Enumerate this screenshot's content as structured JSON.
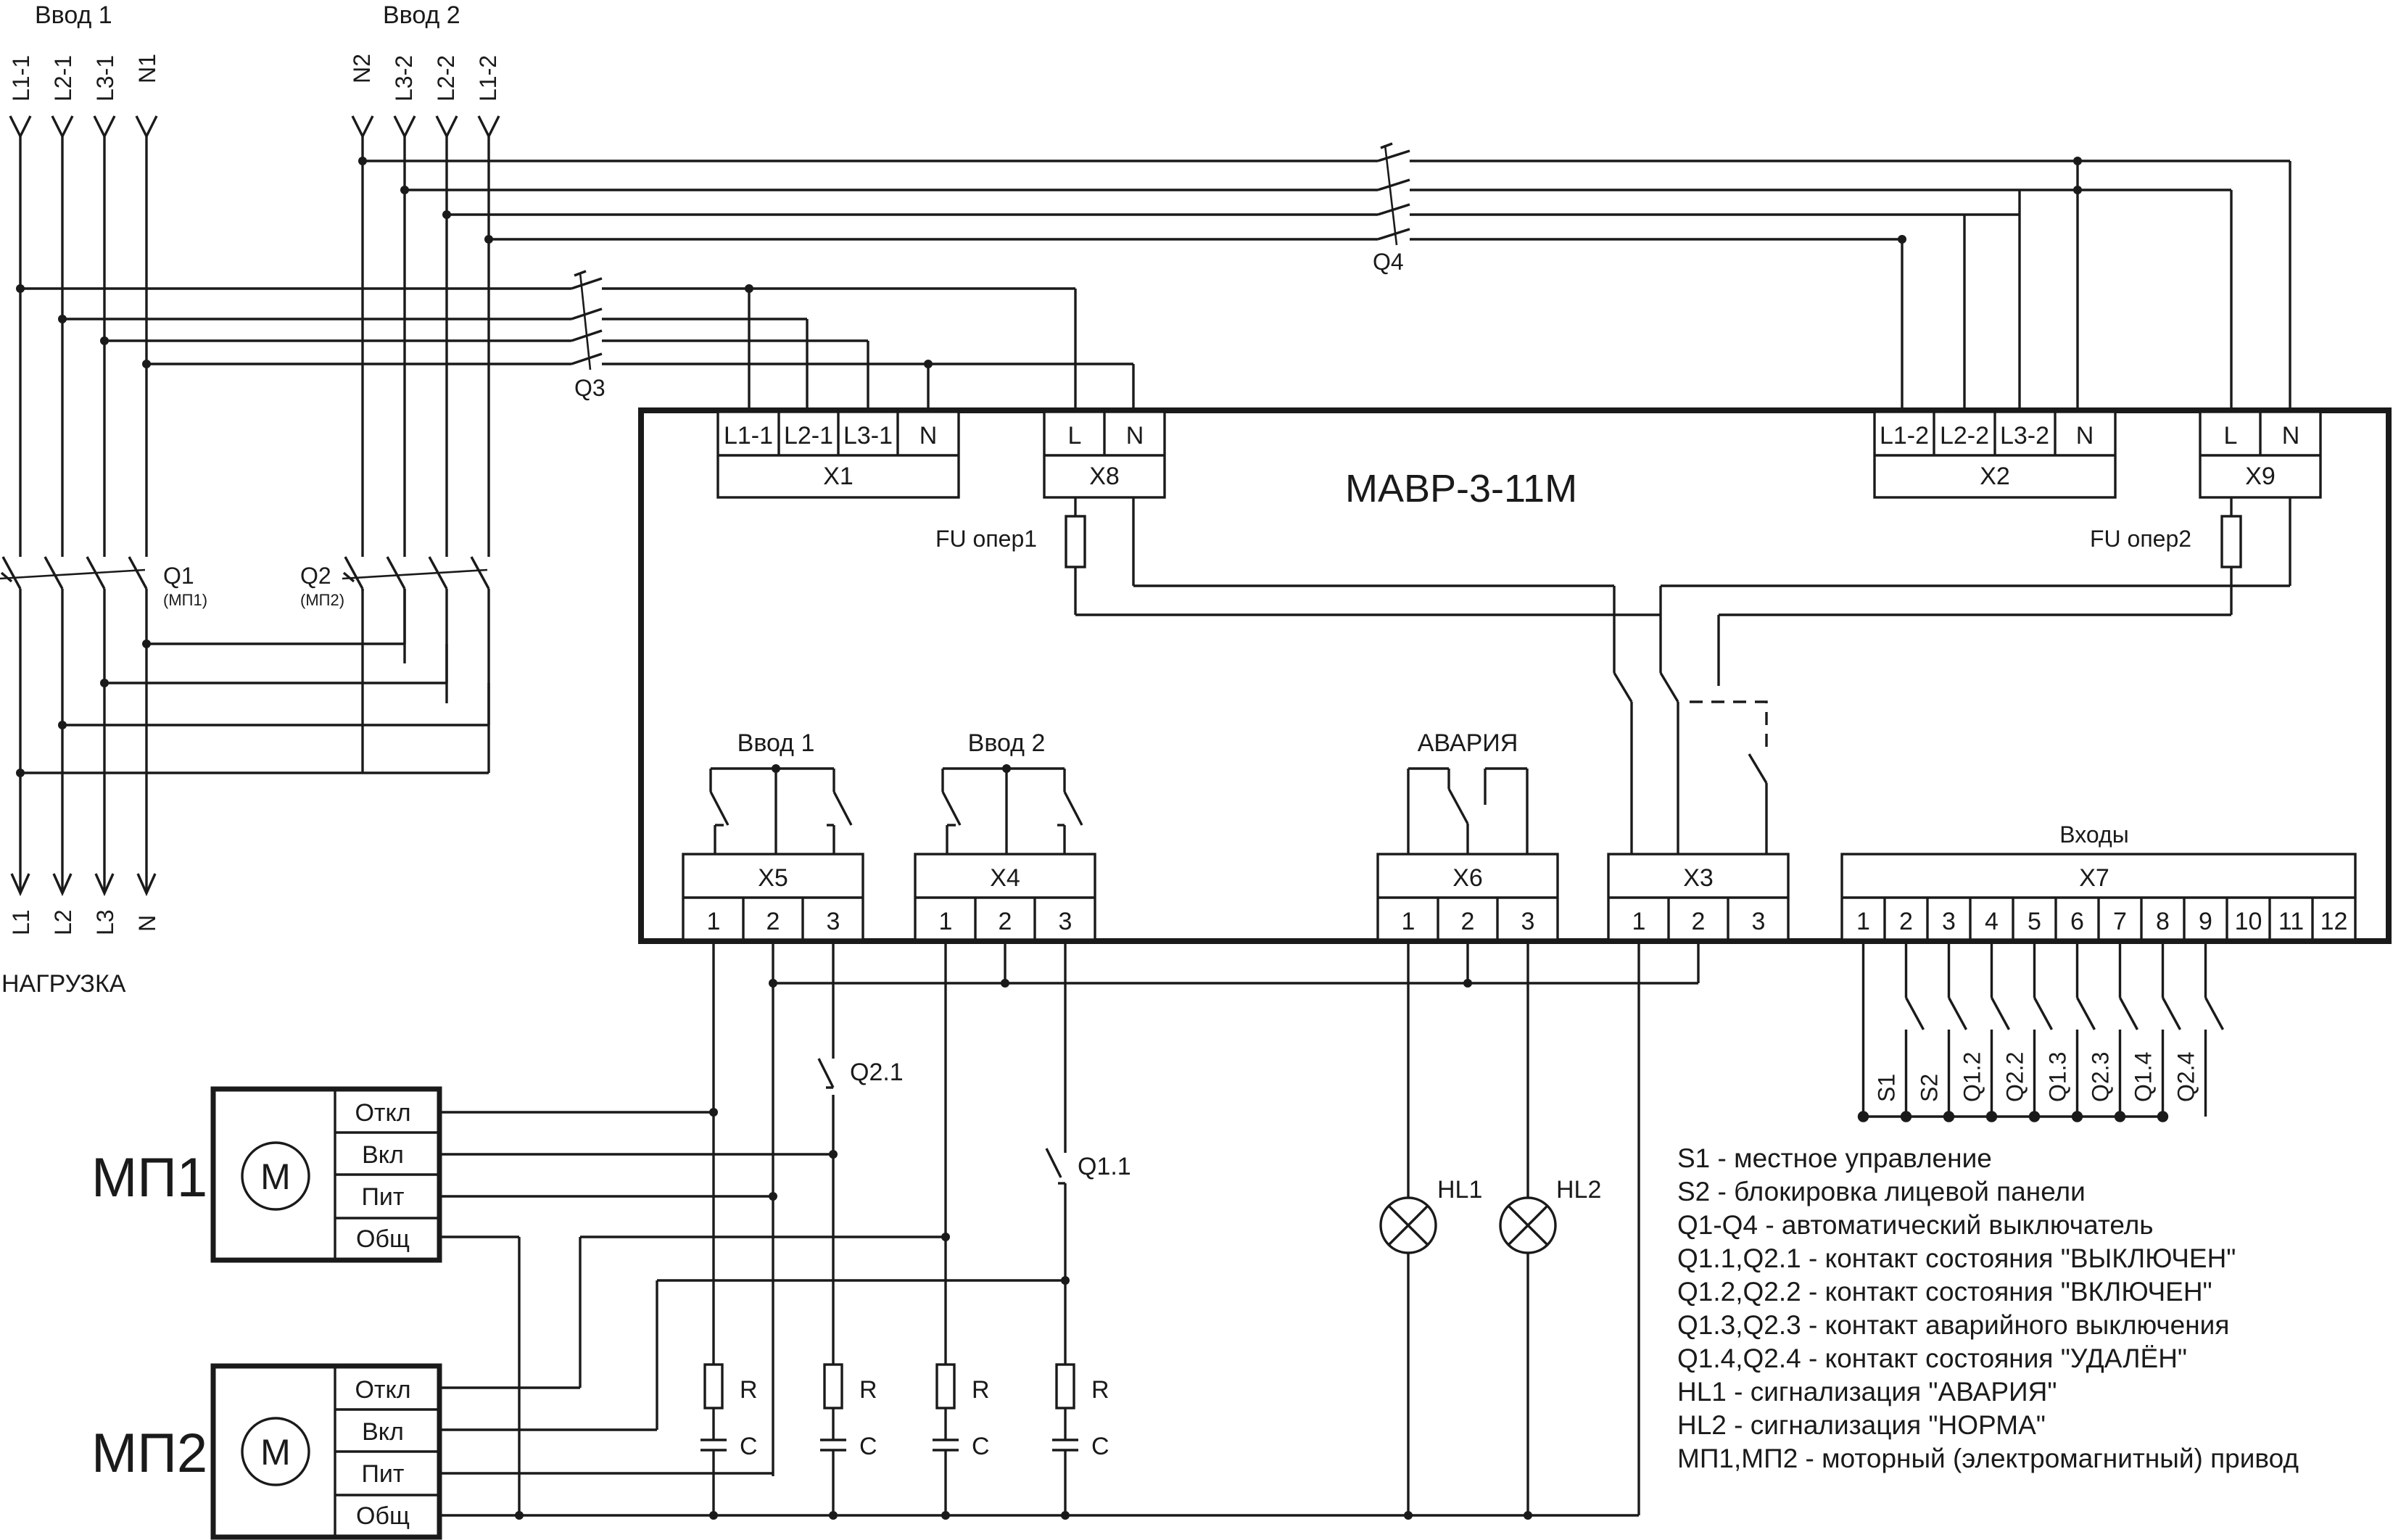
{
  "inputs": {
    "input1": {
      "title": "Ввод 1",
      "lines": [
        "L1-1",
        "L2-1",
        "L3-1",
        "N1"
      ]
    },
    "input2": {
      "title": "Ввод 2",
      "lines": [
        "N2",
        "L3-2",
        "L2-2",
        "L1-2"
      ]
    }
  },
  "load": {
    "title": "НАГРУЗКА",
    "lines": [
      "L1",
      "L2",
      "L3",
      "N"
    ]
  },
  "breakers": {
    "q1": "Q1",
    "q1_sub": "(МП1)",
    "q2": "Q2",
    "q2_sub": "(МП2)",
    "q3": "Q3",
    "q4": "Q4"
  },
  "device": {
    "title": "МАВР-3-11М",
    "x1": {
      "name": "X1",
      "pins": [
        "L1-1",
        "L2-1",
        "L3-1",
        "N"
      ]
    },
    "x8": {
      "name": "X8",
      "pins": [
        "L",
        "N"
      ]
    },
    "x2": {
      "name": "X2",
      "pins": [
        "L1-2",
        "L2-2",
        "L3-2",
        "N"
      ]
    },
    "x9": {
      "name": "X9",
      "pins": [
        "L",
        "N"
      ]
    },
    "fuse1": "FU опер1",
    "fuse2": "FU опер2",
    "relay_vvod1": "Ввод 1",
    "relay_vvod2": "Ввод 2",
    "relay_alarm": "АВАРИЯ",
    "inputs_label": "Входы",
    "x5": {
      "name": "X5",
      "pins": [
        "1",
        "2",
        "3"
      ]
    },
    "x4": {
      "name": "X4",
      "pins": [
        "1",
        "2",
        "3"
      ]
    },
    "x6": {
      "name": "X6",
      "pins": [
        "1",
        "2",
        "3"
      ]
    },
    "x3": {
      "name": "X3",
      "pins": [
        "1",
        "2",
        "3"
      ]
    },
    "x7": {
      "name": "X7",
      "pins": [
        "1",
        "2",
        "3",
        "4",
        "5",
        "6",
        "7",
        "8",
        "9",
        "10",
        "11",
        "12"
      ]
    }
  },
  "contacts": {
    "q21": "Q2.1",
    "q11": "Q1.1",
    "x7_inputs": [
      "S1",
      "S2",
      "Q1.2",
      "Q2.2",
      "Q1.3",
      "Q2.3",
      "Q1.4",
      "Q2.4"
    ]
  },
  "lamps": {
    "hl1": "HL1",
    "hl2": "HL2"
  },
  "rc": {
    "r": "R",
    "c": "C"
  },
  "drives": {
    "mp1": {
      "name": "МП1",
      "motor": "М",
      "terminals": [
        "Откл",
        "Вкл",
        "Пит",
        "Общ"
      ]
    },
    "mp2": {
      "name": "МП2",
      "motor": "М",
      "terminals": [
        "Откл",
        "Вкл",
        "Пит",
        "Общ"
      ]
    }
  },
  "legend": [
    "S1 - местное управление",
    "S2 - блокировка лицевой панели",
    "Q1-Q4 - автоматический выключатель",
    "Q1.1,Q2.1 - контакт состояния \"ВЫКЛЮЧЕН\"",
    "Q1.2,Q2.2 - контакт состояния \"ВКЛЮЧЕН\"",
    "Q1.3,Q2.3 - контакт аварийного выключения",
    "Q1.4,Q2.4 - контакт состояния \"УДАЛЁН\"",
    "HL1 - сигнализация \"АВАРИЯ\"",
    "HL2 - сигнализация \"НОРМА\"",
    "МП1,МП2 - моторный (электромагнитный) привод"
  ]
}
